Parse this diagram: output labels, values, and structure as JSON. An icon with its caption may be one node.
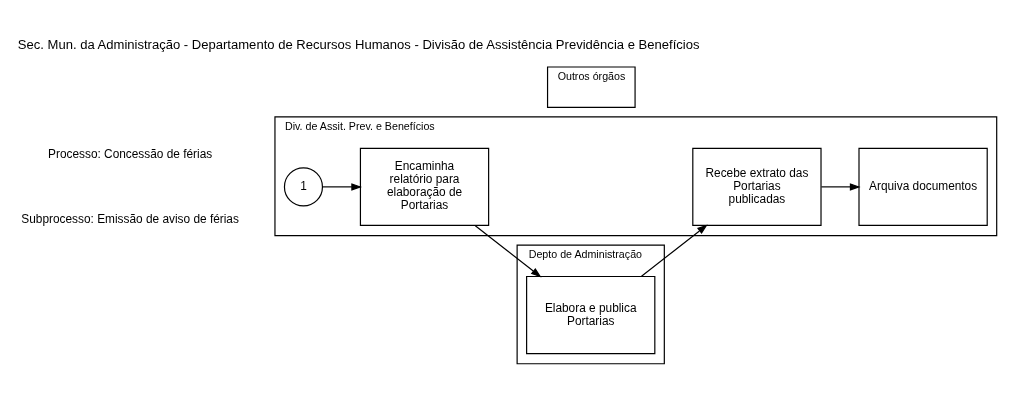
{
  "diagram": {
    "title": "Sec. Mun. da Administração - Departamento de Recursos Humanos - Divisão de Assistência Previdência e Benefícios",
    "nodes": [
      {
        "text": [
          "Div. de Assit. Prev. e Benefícios"
        ]
      },
      {
        "text": [
          "1"
        ],
        "in": 0
      },
      {
        "text": [
          "Encaminha relatório para elaboração de Portarias"
        ],
        "in": 0
      },
      {
        "text": [
          "Recebe extrato das Portarias publicadas"
        ],
        "in": 0
      },
      {
        "text": [
          "Arquiva documentos"
        ],
        "in": 0
      },
      {
        "text": [
          "Outros órgãos"
        ]
      },
      {
        "text": [
          "Depto de Administração"
        ]
      },
      {
        "text": [
          "Elabora e publica Portarias"
        ],
        "in": 6
      }
    ],
    "edges": [
      {
        "from": 1,
        "to": 2,
        "arrow": "to"
      },
      {
        "from": 2,
        "to": 7,
        "arrow": "to"
      },
      {
        "from": 7,
        "to": 3,
        "arrow": "to"
      },
      {
        "from": 3,
        "to": 4,
        "arrow": "to"
      }
    ],
    "labels": [
      "Processo: Concessão de férias",
      "Subprocesso: Emissão de aviso de férias"
    ]
  }
}
